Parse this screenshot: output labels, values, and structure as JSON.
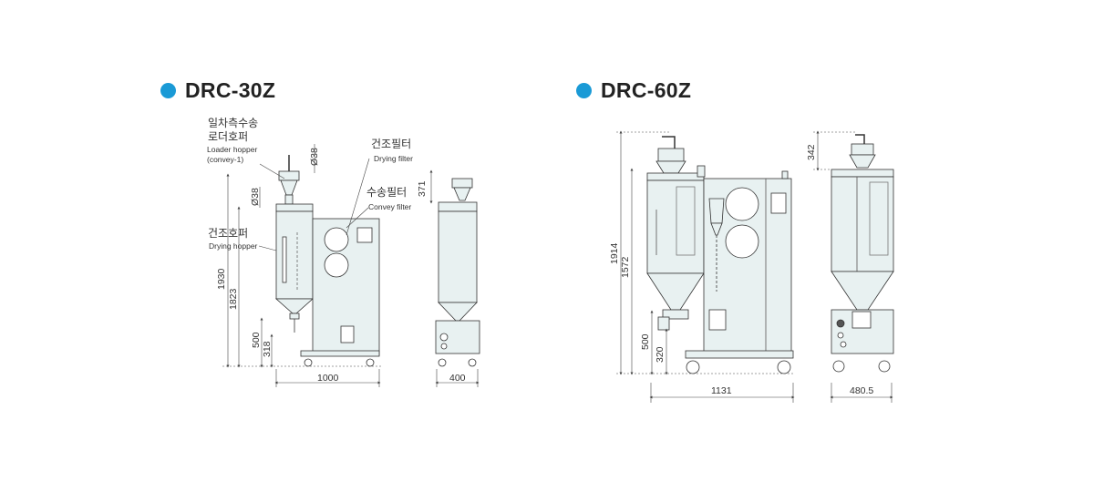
{
  "accent_color": "#1a9ad6",
  "body_color": "#e8f1f1",
  "models": [
    {
      "title": "DRC-30Z",
      "labels": {
        "loader_ko": "일차측수송",
        "loader_ko2": "로더호퍼",
        "loader_en": "Loader hopper",
        "loader_en2": "(convey-1)",
        "dry_filter_ko": "건조필터",
        "dry_filter_en": "Drying filter",
        "conv_filter_ko": "수송필터",
        "conv_filter_en": "Convey filter",
        "dry_hopper_ko": "건조호퍼",
        "dry_hopper_en": "Drying hopper"
      },
      "dims": {
        "d038_top": "Ø38",
        "d038_mid": "Ø38",
        "h_total": "1930",
        "h_hopper": "1823",
        "h_outlet": "500",
        "h_base": "318",
        "width": "1000",
        "side_top": "371",
        "depth": "400"
      }
    },
    {
      "title": "DRC-60Z",
      "dims": {
        "side_top": "342",
        "h_total": "1914",
        "h_hopper": "1572",
        "h_outlet": "500",
        "h_base": "320",
        "width": "1131",
        "depth": "480.5"
      }
    }
  ]
}
